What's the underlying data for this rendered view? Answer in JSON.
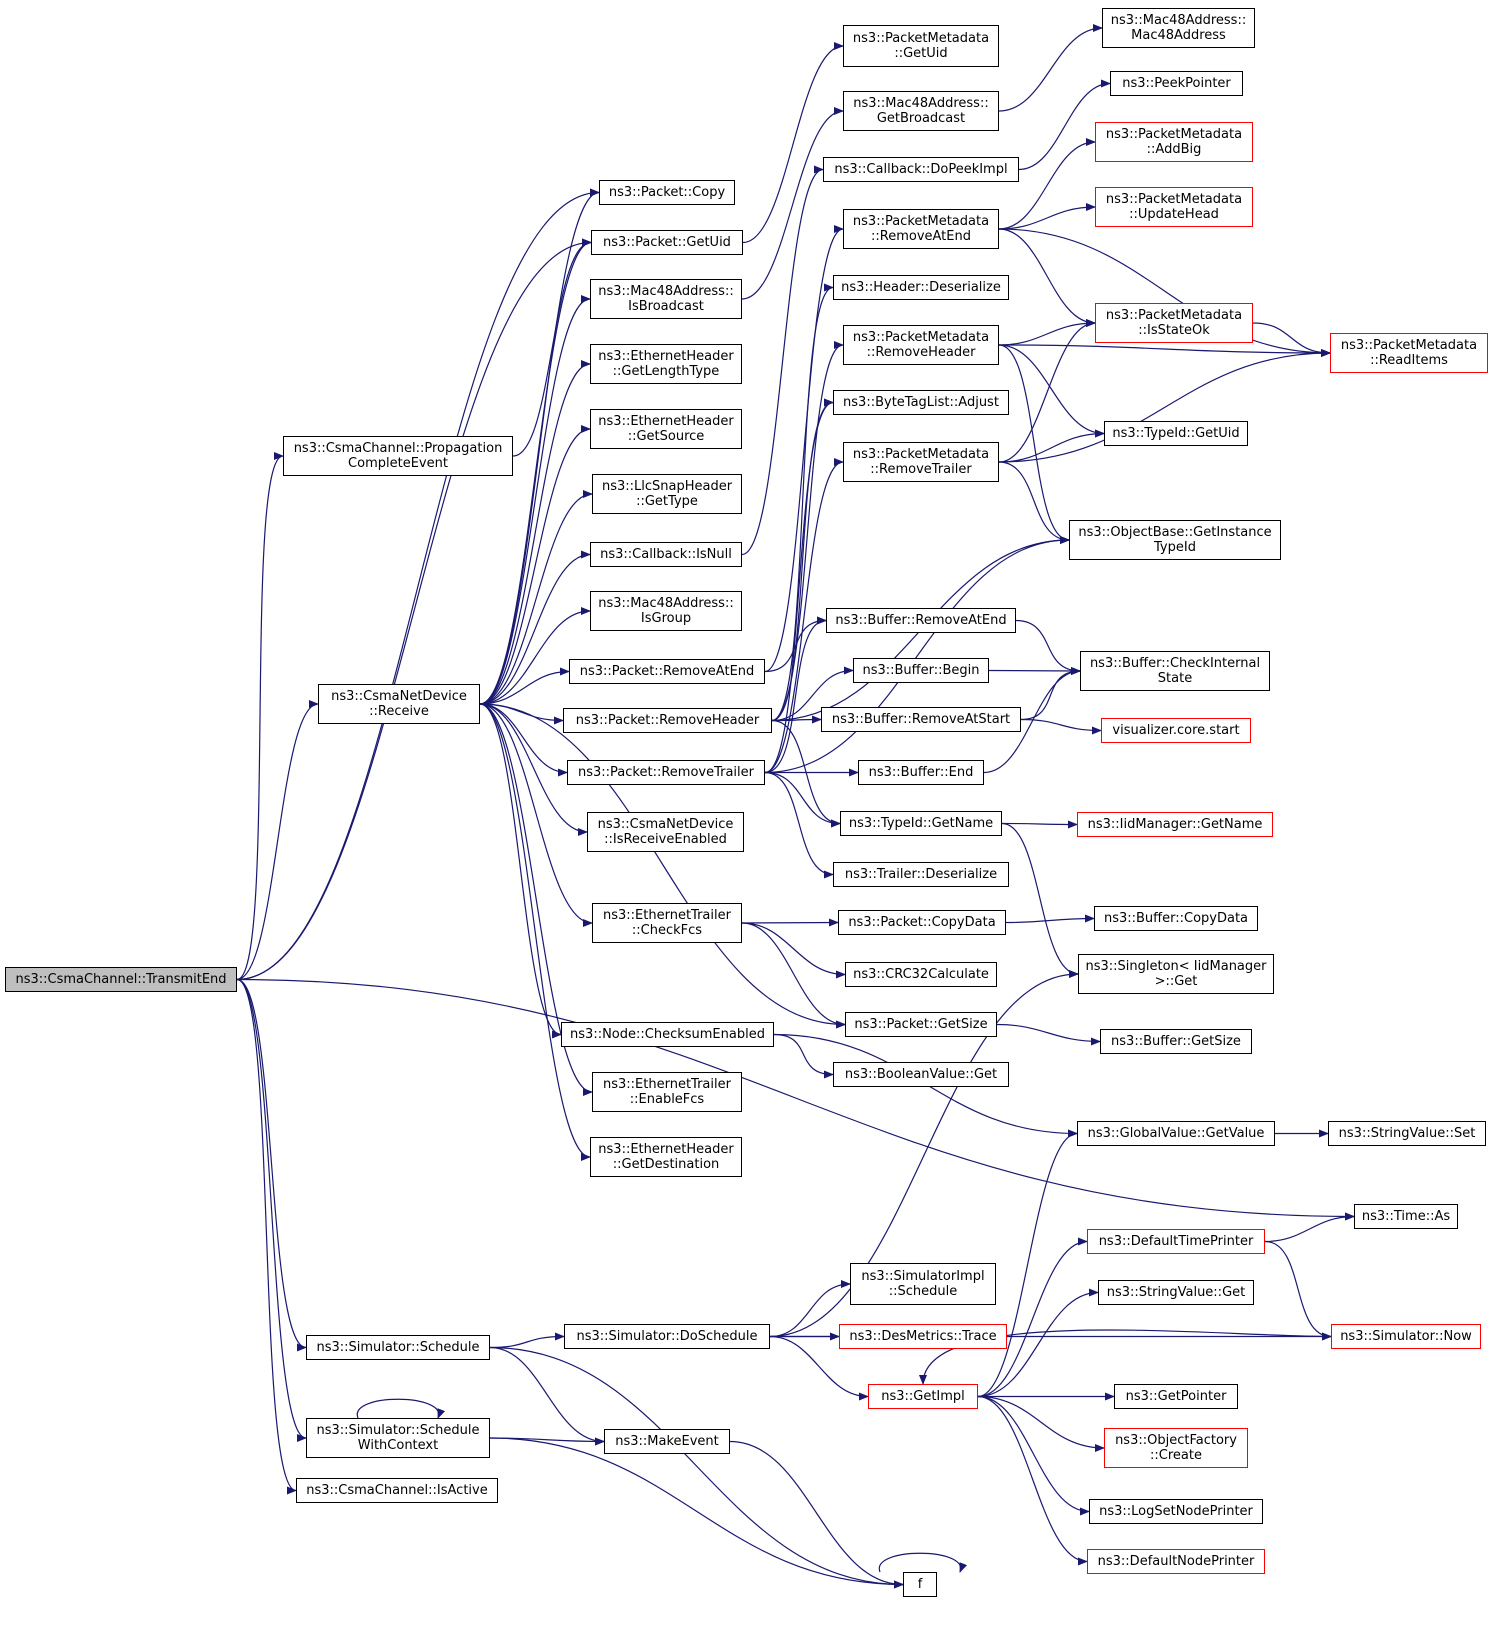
{
  "colors": {
    "edge": "#191970",
    "node_border": "#000000",
    "truncated_border": "#ff0000",
    "root_fill": "#bfbfbf"
  },
  "nodes": [
    {
      "id": "transmit_end",
      "lines": [
        "ns3::CsmaChannel::TransmitEnd"
      ],
      "style": "root"
    },
    {
      "id": "pkt_copy",
      "lines": [
        "ns3::Packet::Copy"
      ]
    },
    {
      "id": "pkt_getuid",
      "lines": [
        "ns3::Packet::GetUid"
      ]
    },
    {
      "id": "propagation",
      "lines": [
        "ns3::CsmaChannel::Propagation",
        "CompleteEvent"
      ]
    },
    {
      "id": "receive",
      "lines": [
        "ns3::CsmaNetDevice",
        "::Receive"
      ]
    },
    {
      "id": "sim_schedule",
      "lines": [
        "ns3::Simulator::Schedule"
      ]
    },
    {
      "id": "sched_ctx",
      "lines": [
        "ns3::Simulator::Schedule",
        "WithContext"
      ]
    },
    {
      "id": "isactive",
      "lines": [
        "ns3::CsmaChannel::IsActive"
      ]
    },
    {
      "id": "pm_getuid",
      "lines": [
        "ns3::PacketMetadata",
        "::GetUid"
      ]
    },
    {
      "id": "mac_getbcast",
      "lines": [
        "ns3::Mac48Address::",
        "GetBroadcast"
      ]
    },
    {
      "id": "mac_isbcast",
      "lines": [
        "ns3::Mac48Address::",
        "IsBroadcast"
      ]
    },
    {
      "id": "eh_getlen",
      "lines": [
        "ns3::EthernetHeader",
        "::GetLengthType"
      ]
    },
    {
      "id": "eh_getsrc",
      "lines": [
        "ns3::EthernetHeader",
        "::GetSource"
      ]
    },
    {
      "id": "llc_gettype",
      "lines": [
        "ns3::LlcSnapHeader",
        "::GetType"
      ]
    },
    {
      "id": "cb_isnull",
      "lines": [
        "ns3::Callback::IsNull"
      ]
    },
    {
      "id": "mac_isgroup",
      "lines": [
        "ns3::Mac48Address::",
        "IsGroup"
      ]
    },
    {
      "id": "pkt_removeatend",
      "lines": [
        "ns3::Packet::RemoveAtEnd"
      ]
    },
    {
      "id": "pkt_removeheader",
      "lines": [
        "ns3::Packet::RemoveHeader"
      ]
    },
    {
      "id": "pkt_removetrailer",
      "lines": [
        "ns3::Packet::RemoveTrailer"
      ]
    },
    {
      "id": "isreceiveenabled",
      "lines": [
        "ns3::CsmaNetDevice",
        "::IsReceiveEnabled"
      ]
    },
    {
      "id": "et_checkfcs",
      "lines": [
        "ns3::EthernetTrailer",
        "::CheckFcs"
      ]
    },
    {
      "id": "node_checksum",
      "lines": [
        "ns3::Node::ChecksumEnabled"
      ]
    },
    {
      "id": "et_enablefcs",
      "lines": [
        "ns3::EthernetTrailer",
        "::EnableFcs"
      ]
    },
    {
      "id": "eh_getdst",
      "lines": [
        "ns3::EthernetHeader",
        "::GetDestination"
      ]
    },
    {
      "id": "sim_doschedule",
      "lines": [
        "ns3::Simulator::DoSchedule"
      ]
    },
    {
      "id": "makeevent",
      "lines": [
        "ns3::MakeEvent"
      ]
    },
    {
      "id": "f",
      "lines": [
        "f"
      ]
    },
    {
      "id": "mac_ctor",
      "lines": [
        "ns3::Mac48Address::",
        "Mac48Address"
      ]
    },
    {
      "id": "peekpointer",
      "lines": [
        "ns3::PeekPointer"
      ]
    },
    {
      "id": "cb_dopeekimpl",
      "lines": [
        "ns3::Callback::DoPeekImpl"
      ]
    },
    {
      "id": "pm_removeatend",
      "lines": [
        "ns3::PacketMetadata",
        "::RemoveAtEnd"
      ]
    },
    {
      "id": "hdr_deserialize",
      "lines": [
        "ns3::Header::Deserialize"
      ]
    },
    {
      "id": "pm_removeheader",
      "lines": [
        "ns3::PacketMetadata",
        "::RemoveHeader"
      ]
    },
    {
      "id": "btl_adjust",
      "lines": [
        "ns3::ByteTagList::Adjust"
      ]
    },
    {
      "id": "pm_removetrailer",
      "lines": [
        "ns3::PacketMetadata",
        "::RemoveTrailer"
      ]
    },
    {
      "id": "buf_removeatend",
      "lines": [
        "ns3::Buffer::RemoveAtEnd"
      ]
    },
    {
      "id": "buf_begin",
      "lines": [
        "ns3::Buffer::Begin"
      ]
    },
    {
      "id": "buf_removeatstart",
      "lines": [
        "ns3::Buffer::RemoveAtStart"
      ]
    },
    {
      "id": "buf_end",
      "lines": [
        "ns3::Buffer::End"
      ]
    },
    {
      "id": "typeid_getname",
      "lines": [
        "ns3::TypeId::GetName"
      ]
    },
    {
      "id": "trl_deserialize",
      "lines": [
        "ns3::Trailer::Deserialize"
      ]
    },
    {
      "id": "pkt_copydata",
      "lines": [
        "ns3::Packet::CopyData"
      ]
    },
    {
      "id": "crc32",
      "lines": [
        "ns3::CRC32Calculate"
      ]
    },
    {
      "id": "pkt_getsize",
      "lines": [
        "ns3::Packet::GetSize"
      ]
    },
    {
      "id": "bool_get",
      "lines": [
        "ns3::BooleanValue::Get"
      ]
    },
    {
      "id": "simimpl_schedule",
      "lines": [
        "ns3::SimulatorImpl",
        "::Schedule"
      ]
    },
    {
      "id": "desmetrics",
      "lines": [
        "ns3::DesMetrics::Trace"
      ],
      "style": "red"
    },
    {
      "id": "getimpl",
      "lines": [
        "ns3::GetImpl"
      ],
      "style": "red"
    },
    {
      "id": "pm_addbig",
      "lines": [
        "ns3::PacketMetadata",
        "::AddBig"
      ],
      "style": "red"
    },
    {
      "id": "pm_updatehead",
      "lines": [
        "ns3::PacketMetadata",
        "::UpdateHead"
      ],
      "style": "red"
    },
    {
      "id": "pm_isstateok",
      "lines": [
        "ns3::PacketMetadata",
        "::IsStateOk"
      ],
      "style": "red"
    },
    {
      "id": "typeid_getuid",
      "lines": [
        "ns3::TypeId::GetUid"
      ]
    },
    {
      "id": "ob_getinstance",
      "lines": [
        "ns3::ObjectBase::GetInstance",
        "TypeId"
      ]
    },
    {
      "id": "buf_checkinternal",
      "lines": [
        "ns3::Buffer::CheckInternal",
        "State"
      ]
    },
    {
      "id": "viz_start",
      "lines": [
        "visualizer.core.start"
      ],
      "style": "red"
    },
    {
      "id": "iid_getname",
      "lines": [
        "ns3::IidManager::GetName"
      ],
      "style": "red"
    },
    {
      "id": "buf_copydata",
      "lines": [
        "ns3::Buffer::CopyData"
      ]
    },
    {
      "id": "singleton_get",
      "lines": [
        "ns3::Singleton< IidManager",
        ">::Get"
      ]
    },
    {
      "id": "buf_getsize",
      "lines": [
        "ns3::Buffer::GetSize"
      ]
    },
    {
      "id": "gv_getvalue",
      "lines": [
        "ns3::GlobalValue::GetValue"
      ]
    },
    {
      "id": "defaulttimeprinter",
      "lines": [
        "ns3::DefaultTimePrinter"
      ],
      "style": "red"
    },
    {
      "id": "sv_get",
      "lines": [
        "ns3::StringValue::Get"
      ]
    },
    {
      "id": "getpointer",
      "lines": [
        "ns3::GetPointer"
      ]
    },
    {
      "id": "of_create",
      "lines": [
        "ns3::ObjectFactory",
        "::Create"
      ],
      "style": "red"
    },
    {
      "id": "logsetnodeprinter",
      "lines": [
        "ns3::LogSetNodePrinter"
      ]
    },
    {
      "id": "defaultnodeprinter",
      "lines": [
        "ns3::DefaultNodePrinter"
      ],
      "style": "red"
    },
    {
      "id": "pm_readitems",
      "lines": [
        "ns3::PacketMetadata",
        "::ReadItems"
      ],
      "style": "red"
    },
    {
      "id": "sv_set",
      "lines": [
        "ns3::StringValue::Set"
      ]
    },
    {
      "id": "time_as",
      "lines": [
        "ns3::Time::As"
      ]
    },
    {
      "id": "sim_now",
      "lines": [
        "ns3::Simulator::Now"
      ],
      "style": "red"
    }
  ],
  "edges": [
    [
      "transmit_end",
      "pkt_copy"
    ],
    [
      "transmit_end",
      "pkt_getuid"
    ],
    [
      "transmit_end",
      "propagation"
    ],
    [
      "transmit_end",
      "receive"
    ],
    [
      "transmit_end",
      "time_as"
    ],
    [
      "transmit_end",
      "sim_schedule"
    ],
    [
      "transmit_end",
      "sched_ctx"
    ],
    [
      "transmit_end",
      "isactive"
    ],
    [
      "propagation",
      "pkt_getuid"
    ],
    [
      "receive",
      "pkt_copy"
    ],
    [
      "receive",
      "pkt_getuid"
    ],
    [
      "receive",
      "mac_isbcast"
    ],
    [
      "receive",
      "eh_getlen"
    ],
    [
      "receive",
      "eh_getsrc"
    ],
    [
      "receive",
      "llc_gettype"
    ],
    [
      "receive",
      "cb_isnull"
    ],
    [
      "receive",
      "mac_isgroup"
    ],
    [
      "receive",
      "pkt_removeatend"
    ],
    [
      "receive",
      "pkt_removeheader"
    ],
    [
      "receive",
      "pkt_removetrailer"
    ],
    [
      "receive",
      "isreceiveenabled"
    ],
    [
      "receive",
      "et_checkfcs"
    ],
    [
      "receive",
      "pkt_getsize"
    ],
    [
      "receive",
      "node_checksum"
    ],
    [
      "receive",
      "et_enablefcs"
    ],
    [
      "receive",
      "eh_getdst"
    ],
    [
      "pkt_getuid",
      "pm_getuid"
    ],
    [
      "mac_isbcast",
      "mac_getbcast"
    ],
    [
      "cb_isnull",
      "cb_dopeekimpl"
    ],
    [
      "pkt_removeatend",
      "buf_removeatend"
    ],
    [
      "pkt_removeatend",
      "pm_removeatend"
    ],
    [
      "pkt_removeheader",
      "hdr_deserialize"
    ],
    [
      "pkt_removeheader",
      "buf_begin"
    ],
    [
      "pkt_removeheader",
      "buf_removeatstart"
    ],
    [
      "pkt_removeheader",
      "pm_removeheader"
    ],
    [
      "pkt_removeheader",
      "btl_adjust"
    ],
    [
      "pkt_removeheader",
      "typeid_getname"
    ],
    [
      "pkt_removeheader",
      "ob_getinstance"
    ],
    [
      "pkt_removetrailer",
      "buf_end"
    ],
    [
      "pkt_removetrailer",
      "buf_removeatend"
    ],
    [
      "pkt_removetrailer",
      "trl_deserialize"
    ],
    [
      "pkt_removetrailer",
      "pm_removetrailer"
    ],
    [
      "pkt_removetrailer",
      "typeid_getname"
    ],
    [
      "pkt_removetrailer",
      "ob_getinstance"
    ],
    [
      "pkt_removetrailer",
      "btl_adjust"
    ],
    [
      "et_checkfcs",
      "pkt_copydata"
    ],
    [
      "et_checkfcs",
      "crc32"
    ],
    [
      "et_checkfcs",
      "pkt_getsize"
    ],
    [
      "node_checksum",
      "bool_get"
    ],
    [
      "node_checksum",
      "gv_getvalue"
    ],
    [
      "sim_schedule",
      "sim_doschedule"
    ],
    [
      "sim_schedule",
      "makeevent"
    ],
    [
      "sim_schedule",
      "f"
    ],
    [
      "sched_ctx",
      "sched_ctx"
    ],
    [
      "sched_ctx",
      "makeevent"
    ],
    [
      "sched_ctx",
      "f"
    ],
    [
      "makeevent",
      "f"
    ],
    [
      "f",
      "f"
    ],
    [
      "sim_doschedule",
      "simimpl_schedule"
    ],
    [
      "sim_doschedule",
      "desmetrics"
    ],
    [
      "sim_doschedule",
      "getimpl"
    ],
    [
      "sim_doschedule",
      "singleton_get"
    ],
    [
      "sim_doschedule",
      "sim_now"
    ],
    [
      "mac_getbcast",
      "mac_ctor"
    ],
    [
      "cb_dopeekimpl",
      "peekpointer"
    ],
    [
      "pm_removeatend",
      "pm_addbig"
    ],
    [
      "pm_removeatend",
      "pm_updatehead"
    ],
    [
      "pm_removeatend",
      "pm_isstateok"
    ],
    [
      "pm_removeatend",
      "pm_readitems"
    ],
    [
      "pm_removeheader",
      "pm_isstateok"
    ],
    [
      "pm_removeheader",
      "pm_readitems"
    ],
    [
      "pm_removeheader",
      "typeid_getuid"
    ],
    [
      "pm_removeheader",
      "ob_getinstance"
    ],
    [
      "pm_removetrailer",
      "pm_isstateok"
    ],
    [
      "pm_removetrailer",
      "typeid_getuid"
    ],
    [
      "pm_removetrailer",
      "pm_readitems"
    ],
    [
      "pm_removetrailer",
      "ob_getinstance"
    ],
    [
      "pm_isstateok",
      "pm_readitems"
    ],
    [
      "buf_removeatend",
      "buf_checkinternal"
    ],
    [
      "buf_begin",
      "buf_checkinternal"
    ],
    [
      "buf_removeatstart",
      "buf_checkinternal"
    ],
    [
      "buf_removeatstart",
      "viz_start"
    ],
    [
      "buf_end",
      "buf_checkinternal"
    ],
    [
      "typeid_getname",
      "iid_getname"
    ],
    [
      "typeid_getname",
      "singleton_get"
    ],
    [
      "pkt_copydata",
      "buf_copydata"
    ],
    [
      "pkt_getsize",
      "buf_getsize"
    ],
    [
      "gv_getvalue",
      "sv_set"
    ],
    [
      "getimpl",
      "gv_getvalue"
    ],
    [
      "getimpl",
      "defaulttimeprinter"
    ],
    [
      "getimpl",
      "sv_get"
    ],
    [
      "getimpl",
      "getpointer"
    ],
    [
      "getimpl",
      "of_create"
    ],
    [
      "getimpl",
      "logsetnodeprinter"
    ],
    [
      "getimpl",
      "defaultnodeprinter"
    ],
    [
      "defaulttimeprinter",
      "time_as"
    ],
    [
      "defaulttimeprinter",
      "sim_now"
    ],
    [
      "sim_now",
      "getimpl"
    ]
  ]
}
